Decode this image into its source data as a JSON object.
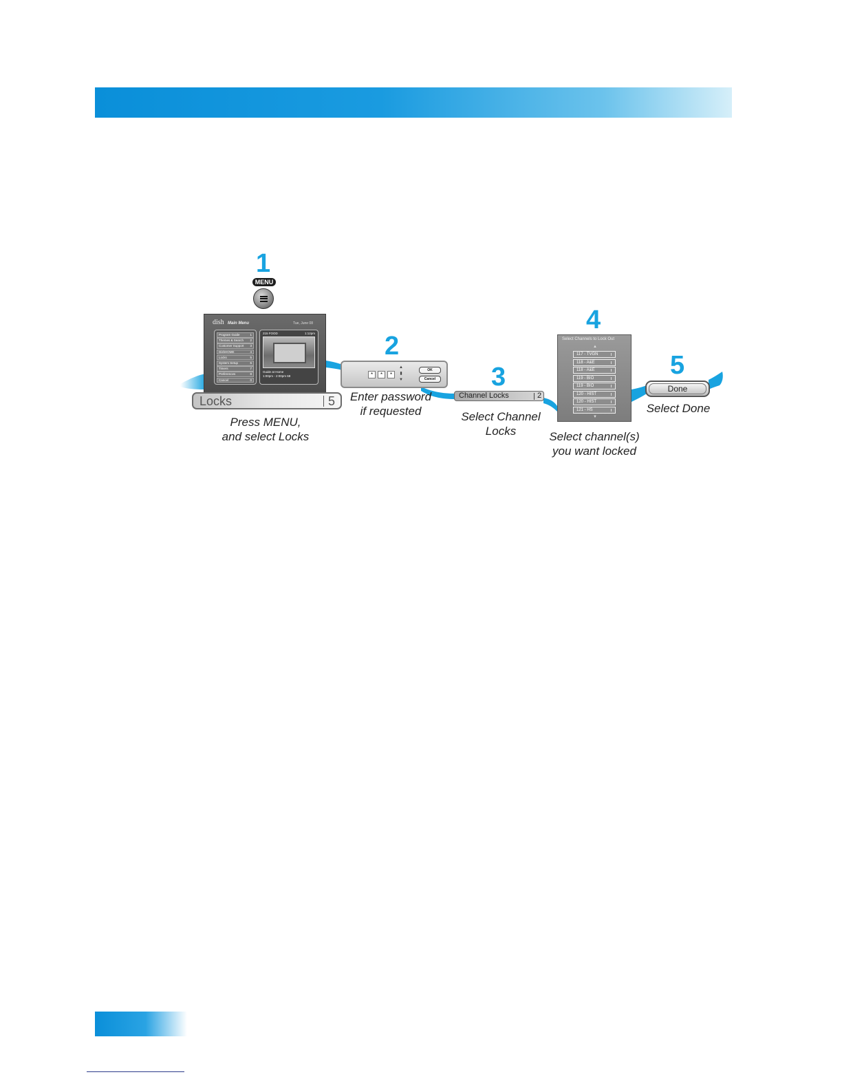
{
  "steps": [
    {
      "number": "1",
      "caption": "Press MENU,\nand select Locks"
    },
    {
      "number": "2",
      "caption": "Enter password\nif requested"
    },
    {
      "number": "3",
      "caption": "Select Channel\nLocks"
    },
    {
      "number": "4",
      "caption": "Select channel(s)\nyou want locked"
    },
    {
      "number": "5",
      "caption": "Select Done"
    }
  ],
  "remote": {
    "menu_label": "MENU"
  },
  "main_menu_screen": {
    "logo": "dish",
    "title": "Main Menu",
    "date": "Tue, June 08",
    "items": [
      {
        "label": "Program Guide",
        "num": "1"
      },
      {
        "label": "Themes & Search",
        "num": "2"
      },
      {
        "label": "Customer Support",
        "num": "3"
      },
      {
        "label": "DishHOME",
        "num": "4"
      },
      {
        "label": "Locks",
        "num": "5"
      },
      {
        "label": "System Setup",
        "num": "6"
      },
      {
        "label": "Timers",
        "num": "7"
      },
      {
        "label": "Preferences",
        "num": "8"
      },
      {
        "label": "Cancel",
        "num": "0"
      }
    ],
    "preview": {
      "channel": "215 FOOD",
      "time": "1:12pm",
      "show": "Guide at Home\n1:00pm - 2:00pm 68"
    }
  },
  "locks_bar": {
    "label": "Locks",
    "number": "5"
  },
  "password_dialog": {
    "stars": [
      "*",
      "*",
      "*"
    ],
    "ok_label": "OK",
    "cancel_label": "Cancel"
  },
  "channel_locks_bar": {
    "label": "Channel Locks",
    "number": "2"
  },
  "channel_screen": {
    "header": "Select Channels to Lock Out",
    "channels": [
      "117 - TVGN",
      "118 - A&E",
      "118 - A&E",
      "119 - BIO",
      "119 - BIO",
      "120 - HIST",
      "120 - HIST",
      "121 - HS"
    ]
  },
  "done_button": {
    "label": "Done"
  },
  "colors": {
    "accent": "#18a3e0",
    "header_blue": "#0a8fd9"
  }
}
